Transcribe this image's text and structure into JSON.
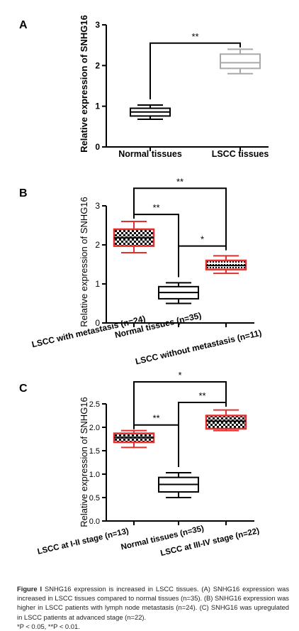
{
  "caption": {
    "label": "Figure I",
    "text": "SNHG16 expression is increased in LSCC tissues. (A) SNHG16 expression was increased in LSCC tissues compared to normal tissues (n=35). (B) SNHG16 expression was higher in LSCC patients with lymph node metastasis (n=24). (C) SNHG16 was upregulated in LSCC patients at advanced stage (n=22).",
    "footnote": "*P < 0.05, **P < 0.01."
  },
  "chart_data": [
    {
      "panel": "A",
      "type": "box",
      "ylabel": "Relative expression of SNHG16",
      "ylim": [
        0,
        3
      ],
      "yticks": [
        "0",
        "1",
        "2",
        "3"
      ],
      "categories": [
        "Normal tissues",
        "LSCC tissues"
      ],
      "boxes": [
        {
          "min": 0.68,
          "q1": 0.76,
          "median": 0.86,
          "q3": 0.95,
          "max": 1.03,
          "color": "#000000",
          "fill": "none"
        },
        {
          "min": 1.8,
          "q1": 1.93,
          "median": 2.07,
          "q3": 2.28,
          "max": 2.4,
          "color": "#a9a9a9",
          "fill": "none"
        }
      ],
      "significance": [
        {
          "from": 0,
          "to": 1,
          "label": "**",
          "y": 2.55
        }
      ]
    },
    {
      "panel": "B",
      "type": "box",
      "ylabel": "Relative expression of SNHG16",
      "ylim": [
        0,
        3
      ],
      "yticks": [
        "0",
        "1",
        "2",
        "3"
      ],
      "categories": [
        "LSCC with metastasis (n=24)",
        "Normal tissues (n=35)",
        "LSCC without metastasis (n=11)"
      ],
      "boxes": [
        {
          "min": 1.8,
          "q1": 1.97,
          "median": 2.18,
          "q3": 2.4,
          "max": 2.6,
          "color": "#e03030",
          "fill": "checker"
        },
        {
          "min": 0.5,
          "q1": 0.62,
          "median": 0.78,
          "q3": 0.93,
          "max": 1.03,
          "color": "#000000",
          "fill": "none"
        },
        {
          "min": 1.27,
          "q1": 1.37,
          "median": 1.47,
          "q3": 1.6,
          "max": 1.72,
          "color": "#e03030",
          "fill": "grid"
        }
      ],
      "significance": [
        {
          "from": 0,
          "to": 1,
          "label": "**",
          "y": 2.78
        },
        {
          "from": 1,
          "to": 2,
          "label": "*",
          "y": 1.97
        },
        {
          "from": 0,
          "to": 2,
          "label": "**",
          "y": 3.45
        }
      ]
    },
    {
      "panel": "C",
      "type": "box",
      "ylabel": "Relative expression of SNHG16",
      "ylim": [
        0,
        2.5
      ],
      "yticks": [
        "0.0",
        "0.5",
        "1.0",
        "1.5",
        "2.0",
        "2.5"
      ],
      "categories": [
        "LSCC at I-II stage (n=13)",
        "Normal tissues (n=35)",
        "LSCC at III-IV stage (n=22)"
      ],
      "boxes": [
        {
          "min": 1.57,
          "q1": 1.68,
          "median": 1.78,
          "q3": 1.87,
          "max": 1.93,
          "color": "#e03030",
          "fill": "checker"
        },
        {
          "min": 0.5,
          "q1": 0.62,
          "median": 0.78,
          "q3": 0.93,
          "max": 1.03,
          "color": "#000000",
          "fill": "none"
        },
        {
          "min": 1.93,
          "q1": 1.97,
          "median": 2.13,
          "q3": 2.25,
          "max": 2.37,
          "color": "#e03030",
          "fill": "checker"
        }
      ],
      "significance": [
        {
          "from": 0,
          "to": 1,
          "label": "**",
          "y": 2.05
        },
        {
          "from": 1,
          "to": 2,
          "label": "**",
          "y": 2.53
        },
        {
          "from": 0,
          "to": 2,
          "label": "*",
          "y": 2.97
        }
      ]
    }
  ]
}
